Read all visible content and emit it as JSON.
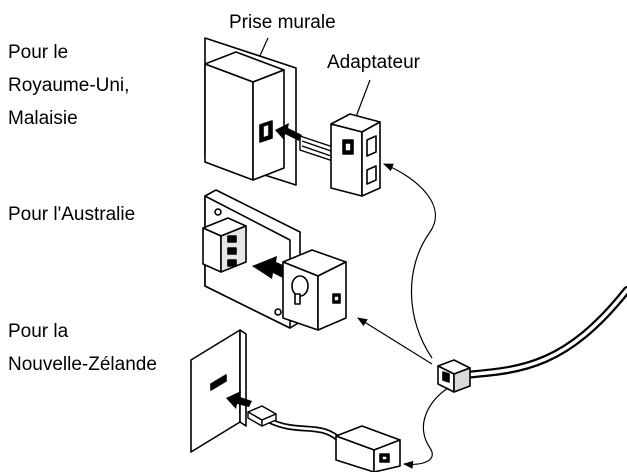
{
  "labels": {
    "uk_malaysia_line1": "Pour le",
    "uk_malaysia_line2": "Royaume-Uni,",
    "uk_malaysia_line3": "Malaisie",
    "australia": "Pour l'Australie",
    "nz_line1": "Pour la",
    "nz_line2": "Nouvelle-Zélande",
    "wall_socket": "Prise murale",
    "adapter": "Adaptateur"
  },
  "colors": {
    "ink": "#000000",
    "surface": "#ffffff",
    "shade": "#d9d9d9"
  },
  "icons": [
    "wall-socket-icon",
    "adapter-icon",
    "plug-in-arrow-icon",
    "telephone-cable-icon",
    "rj11-connector-icon"
  ]
}
